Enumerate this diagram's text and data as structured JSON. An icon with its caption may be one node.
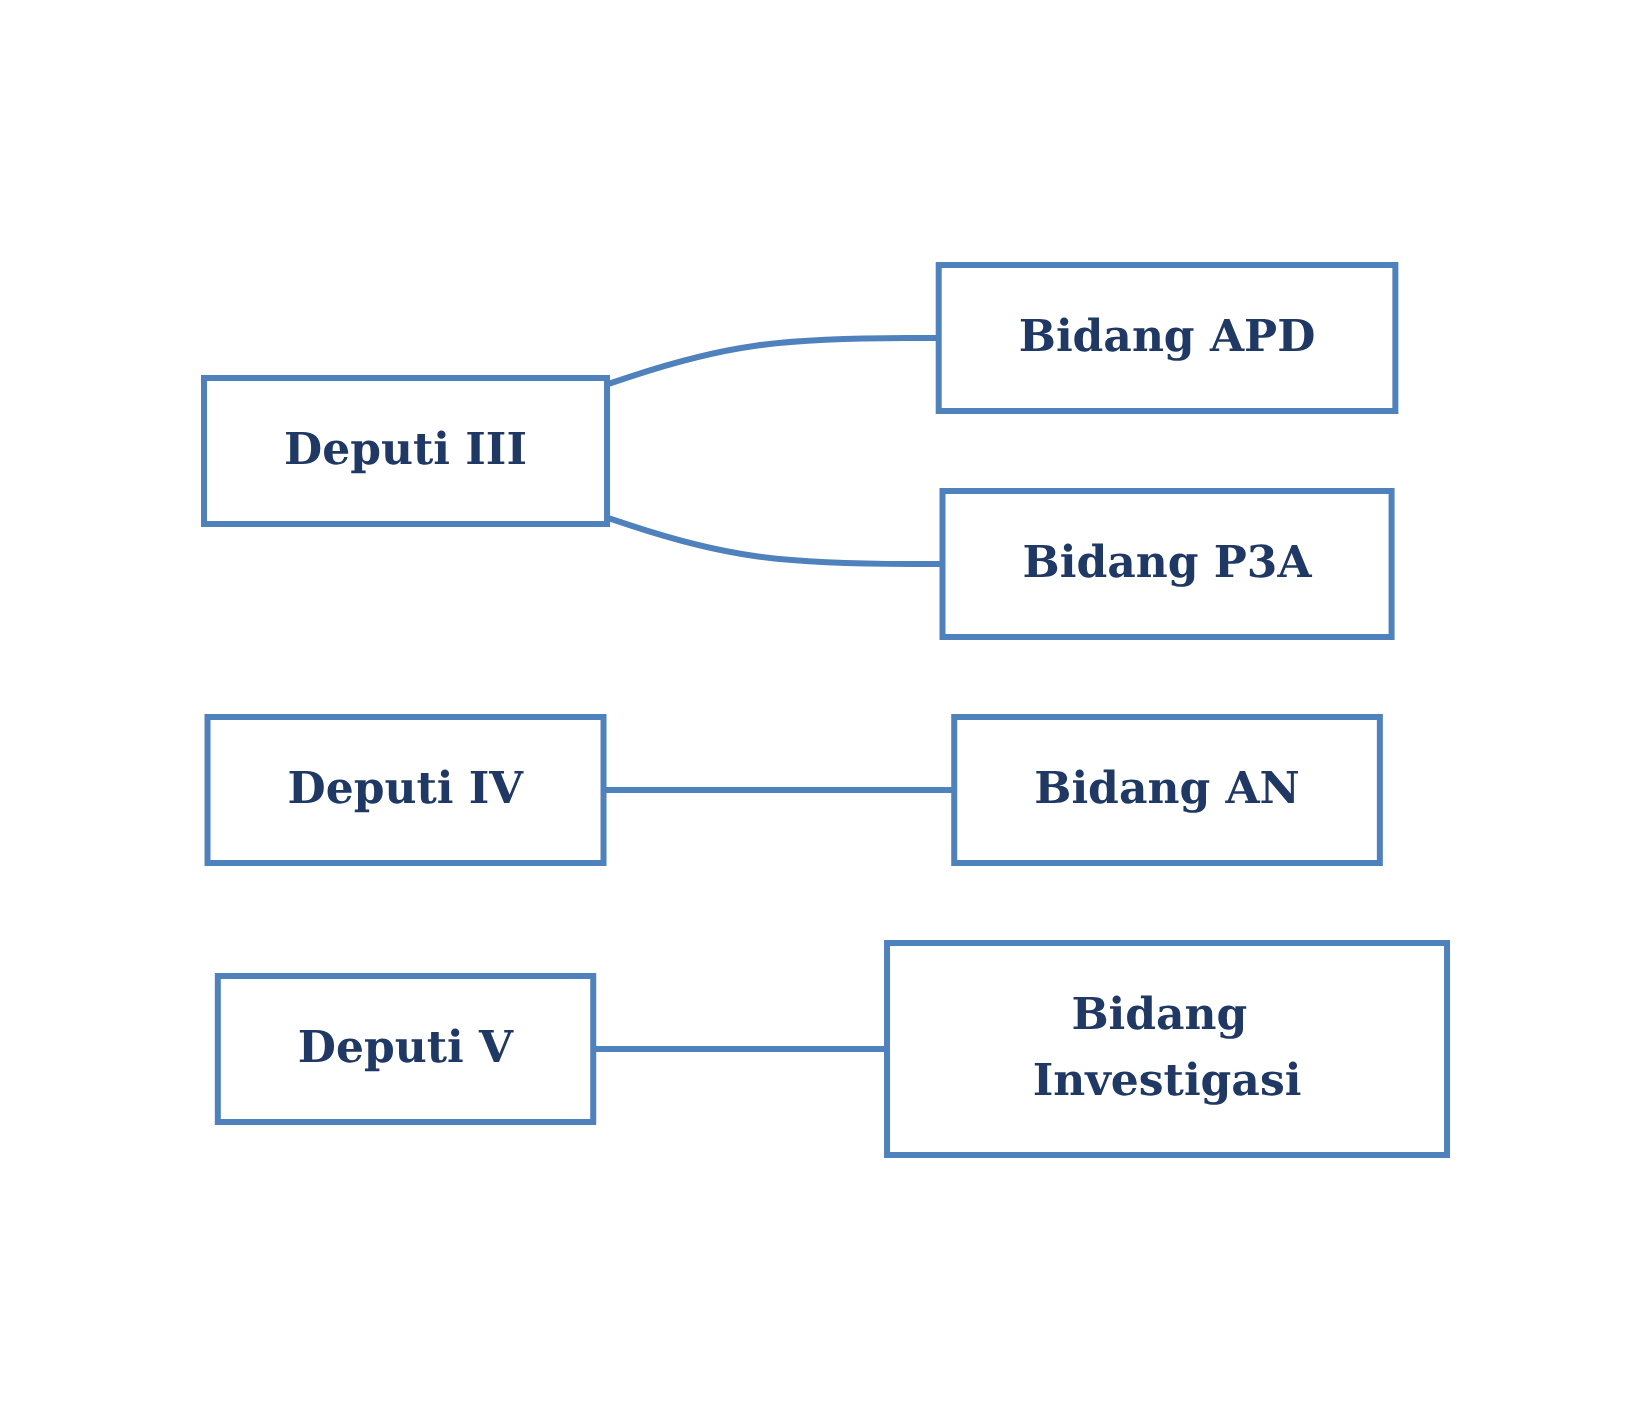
{
  "diagram": {
    "nodes": [
      {
        "text": [
          "Deputi III"
        ]
      },
      {
        "text": [
          "Bidang APD"
        ]
      },
      {
        "text": [
          "Bidang P3A"
        ]
      },
      {
        "text": [
          "Deputi IV"
        ]
      },
      {
        "text": [
          "Bidang AN"
        ]
      },
      {
        "text": [
          "Deputi V"
        ]
      },
      {
        "text": [
          "Bidang Investigasi"
        ]
      }
    ],
    "edges": [
      {
        "from": 0,
        "to": 1,
        "arrow": "none"
      },
      {
        "from": 0,
        "to": 2,
        "arrow": "none"
      },
      {
        "from": 3,
        "to": 4,
        "arrow": "none"
      },
      {
        "from": 5,
        "to": 6,
        "arrow": "none"
      }
    ]
  }
}
